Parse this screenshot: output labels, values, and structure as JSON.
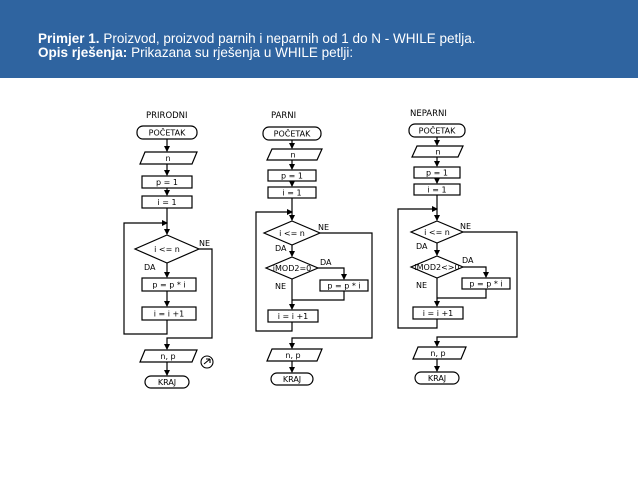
{
  "header": {
    "line1_bold": "Primjer 1.",
    "line1_text": "Proizvod, proizvod parnih i neparnih od 1 do N - WHILE petlja.",
    "line2_bold": "Opis rješenja:",
    "line2_text": "Prikazana su rješenja u WHILE petlji:"
  },
  "flowcharts": [
    {
      "title": "PRIRODNI",
      "start": "POČETAK",
      "input": "n",
      "init_p": "p = 1",
      "init_i": "i = 1",
      "condition": "i <= n",
      "yes": "DA",
      "no": "NE",
      "body": "p = p * i",
      "increment": "i =  i  +1",
      "output": "n, p",
      "end": "KRAJ"
    },
    {
      "title": "PARNI",
      "start": "POČETAK",
      "input": "n",
      "init_p": "p = 1",
      "init_i": "i = 1",
      "condition": "i <= n",
      "yes": "DA",
      "no": "NE",
      "inner_condition": "iMOD2=0",
      "inner_yes": "DA",
      "inner_no": "NE",
      "body": "p = p * i",
      "increment": "i =  i  +1",
      "output": "n, p",
      "end": "KRAJ"
    },
    {
      "title": "NEPARNI",
      "start": "POČETAK",
      "input": "n",
      "init_p": "p = 1",
      "init_i": "i = 1",
      "condition": "i <= n",
      "yes": "DA",
      "no": "NE",
      "inner_condition": "iMOD2<>0",
      "inner_yes": "DA",
      "inner_no": "NE",
      "body": "p = p * i",
      "increment": "i =  i  +1",
      "output": "n, p",
      "end": "KRAJ"
    }
  ]
}
